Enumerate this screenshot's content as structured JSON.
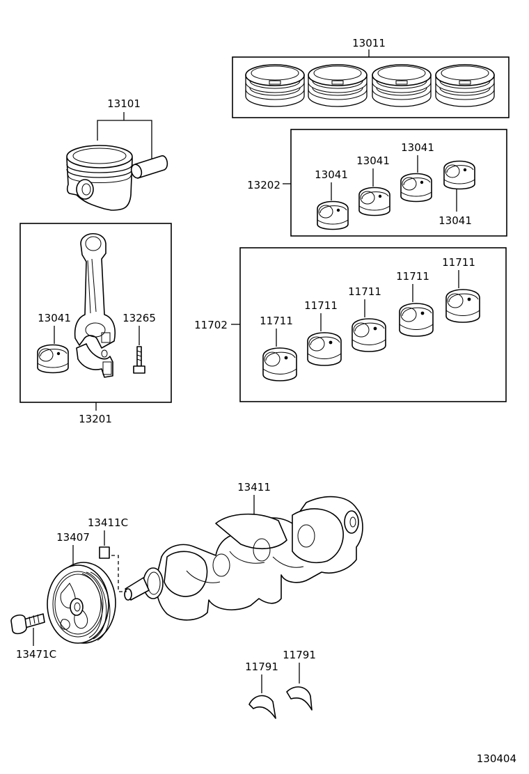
{
  "diagram": {
    "labels": {
      "piston_rings": "13011",
      "piston": "13101",
      "conrod_bearing_set": "13202",
      "conrod_bearing_a": "13041",
      "conrod_bearing_b": "13041",
      "conrod_bearing_c": "13041",
      "conrod_bearing_d": "13041",
      "conrod_assy": "13201",
      "conrod_bearing_in_assy": "13041",
      "conrod_bolt": "13265",
      "main_bearing_set": "11702",
      "main_bearing_a": "11711",
      "main_bearing_b": "11711",
      "main_bearing_c": "11711",
      "main_bearing_d": "11711",
      "main_bearing_e": "11711",
      "crankshaft": "13411",
      "crank_key": "13411C",
      "pulley": "13407",
      "pulley_bolt": "13471C",
      "thrust_washer_a": "11791",
      "thrust_washer_b": "11791",
      "figure_number": "130404"
    }
  }
}
